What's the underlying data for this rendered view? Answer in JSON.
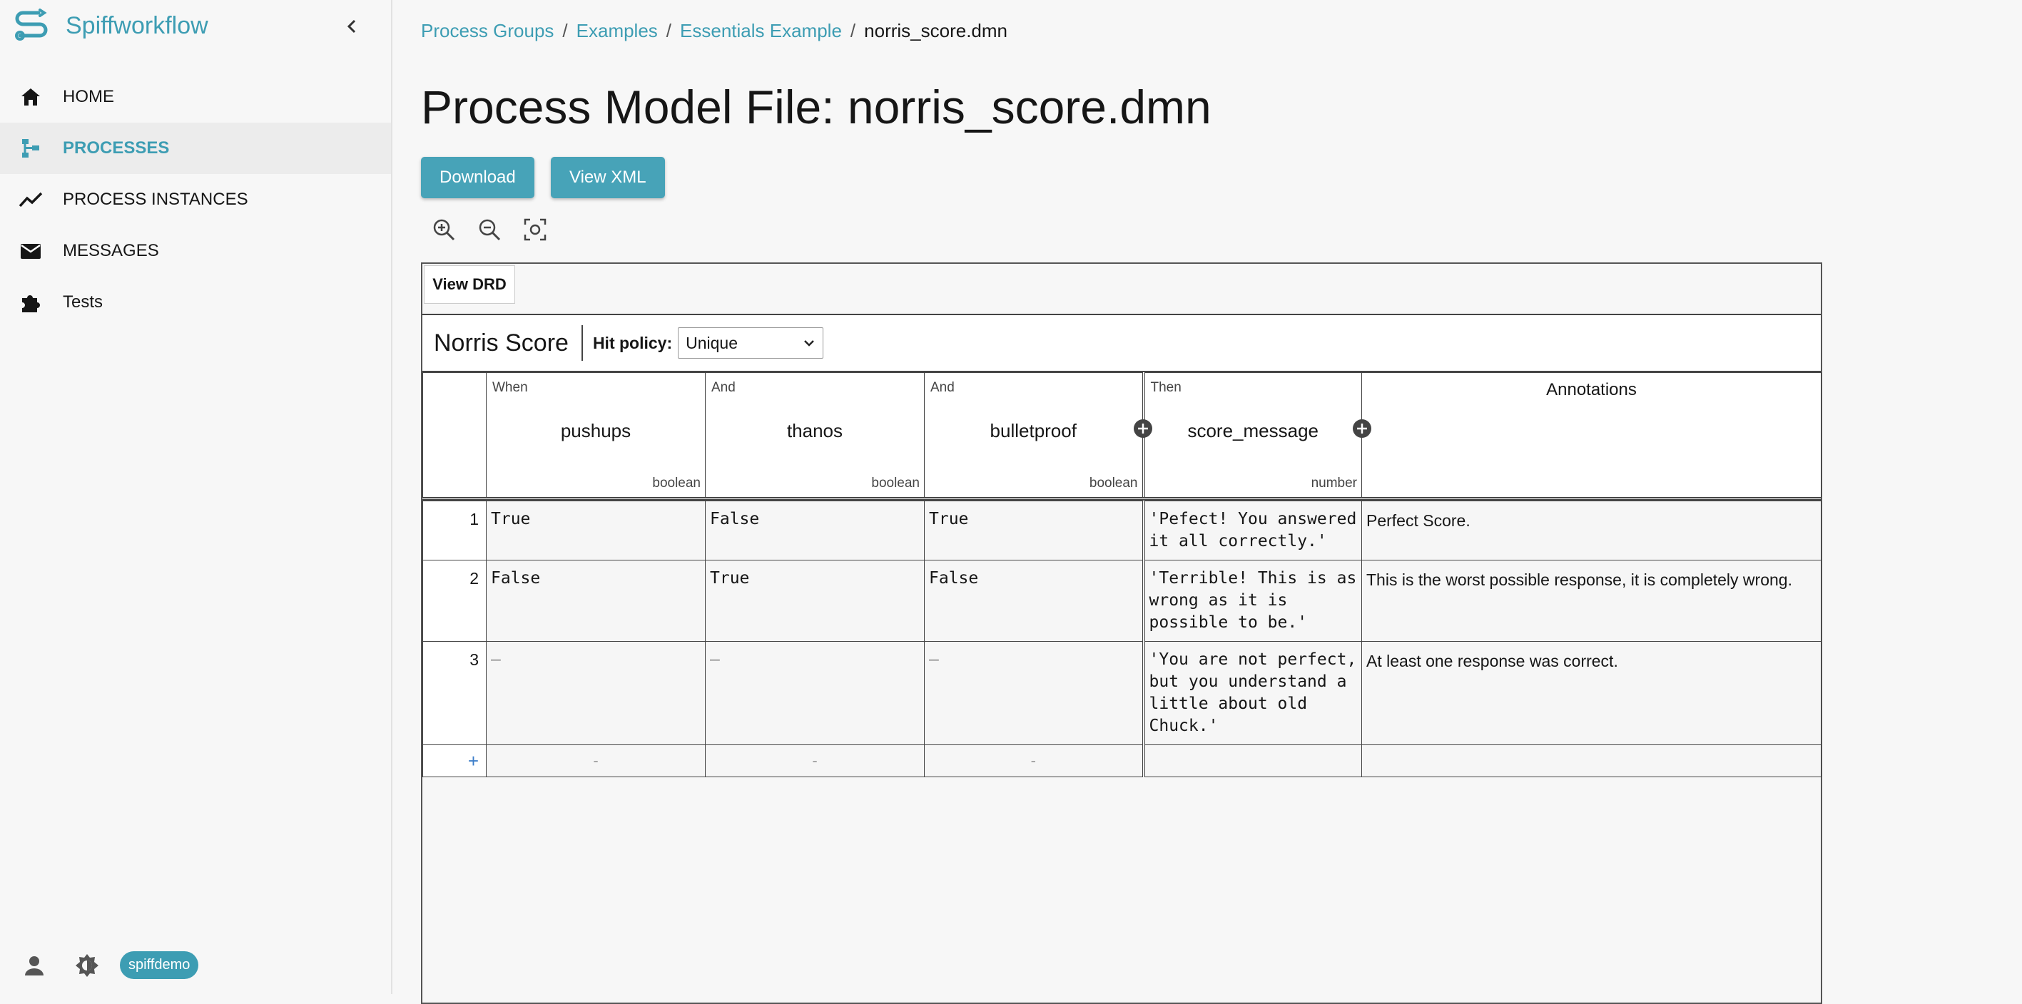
{
  "app": {
    "name": "Spiffworkflow"
  },
  "sidebar": {
    "items": [
      {
        "label": "HOME",
        "icon": "home-icon"
      },
      {
        "label": "PROCESSES",
        "icon": "process-tree-icon",
        "active": true
      },
      {
        "label": "PROCESS INSTANCES",
        "icon": "chart-line-icon"
      },
      {
        "label": "MESSAGES",
        "icon": "envelope-icon"
      },
      {
        "label": "Tests",
        "icon": "puzzle-icon"
      }
    ],
    "user_badge": "spiffdemo"
  },
  "breadcrumb": {
    "items": [
      "Process Groups",
      "Examples",
      "Essentials Example"
    ],
    "current": "norris_score.dmn",
    "separator": "/"
  },
  "page": {
    "title": "Process Model File: norris_score.dmn",
    "download_label": "Download",
    "view_xml_label": "View XML"
  },
  "dmn": {
    "drd_tab": "View DRD",
    "table_name": "Norris Score",
    "hit_policy_label": "Hit policy:",
    "hit_policy_value": "Unique",
    "columns": [
      {
        "clause": "When",
        "name": "pushups",
        "type": "boolean"
      },
      {
        "clause": "And",
        "name": "thanos",
        "type": "boolean"
      },
      {
        "clause": "And",
        "name": "bulletproof",
        "type": "boolean"
      },
      {
        "clause": "Then",
        "name": "score_message",
        "type": "number"
      }
    ],
    "annotations_label": "Annotations",
    "rules": [
      {
        "num": "1",
        "cells": [
          "True",
          "False",
          "True",
          "'Pefect! You answered it all correctly.'"
        ],
        "annotation": "Perfect Score."
      },
      {
        "num": "2",
        "cells": [
          "False",
          "True",
          "False",
          "'Terrible! This is as wrong as it is possible to be.'"
        ],
        "annotation": "This is the worst possible response, it is completely wrong."
      },
      {
        "num": "3",
        "cells": [
          "–",
          "–",
          "–",
          "'You are not perfect, but you understand a little about old Chuck.'"
        ],
        "annotation": "At least one response was correct."
      }
    ],
    "add_rule_label": "+",
    "empty_placeholder": "-"
  },
  "colors": {
    "accent": "#3d9db3",
    "button": "#47a3b8"
  }
}
